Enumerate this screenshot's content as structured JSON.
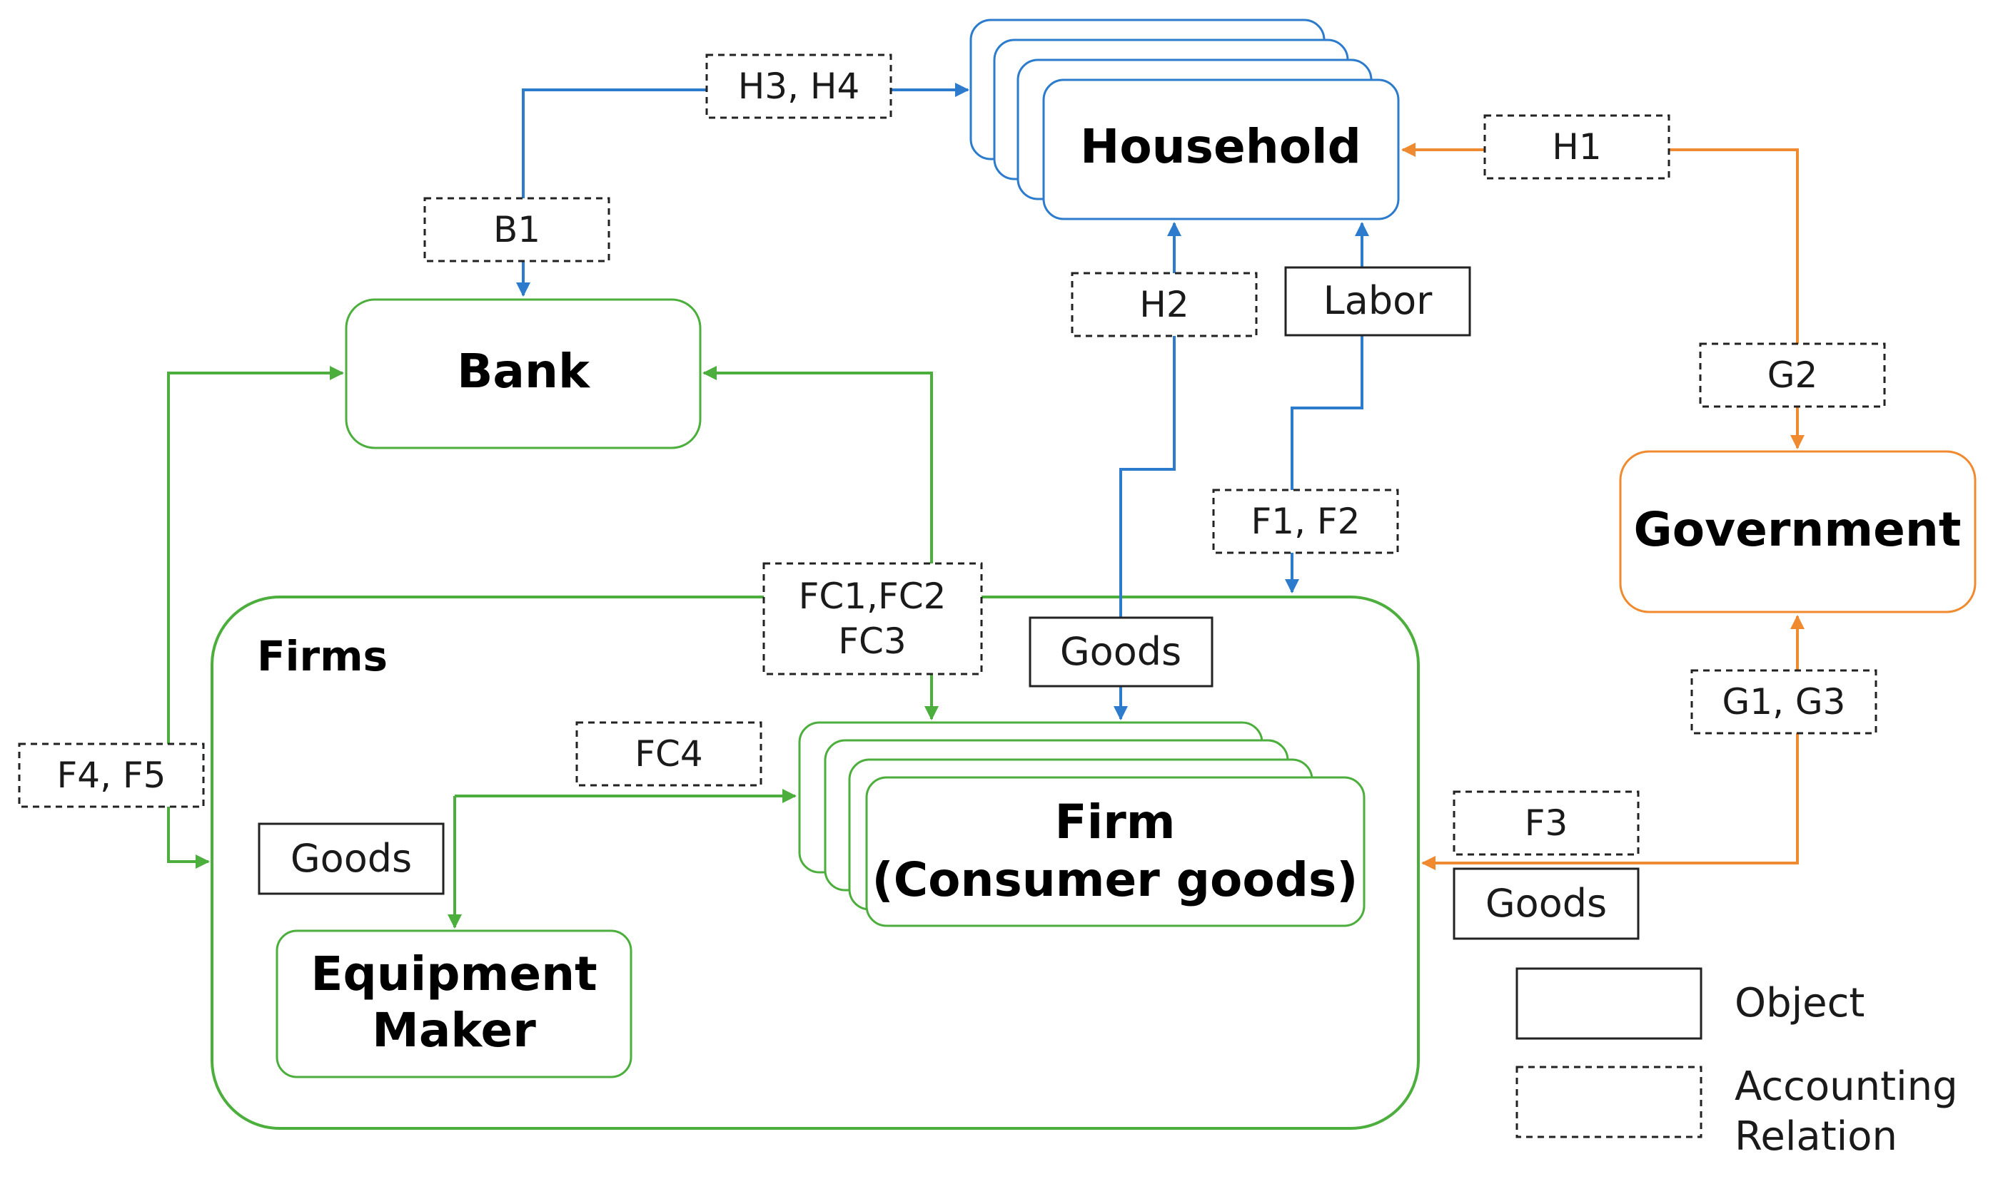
{
  "colors": {
    "blue": "#2c7bcc",
    "green": "#4cae3c",
    "orange": "#f08a30",
    "dark": "#222222"
  },
  "nodes": {
    "household": "Household",
    "bank": "Bank",
    "government": "Government",
    "firms_group": "Firms",
    "firm_line1": "Firm",
    "firm_line2": "(Consumer goods)",
    "equipment_line1": "Equipment",
    "equipment_line2": "Maker"
  },
  "relations": {
    "h3_h4": "H3, H4",
    "h1": "H1",
    "b1": "B1",
    "h2": "H2",
    "g2": "G2",
    "f1_f2": "F1, F2",
    "fc1_fc2": "FC1,FC2",
    "fc3": "FC3",
    "fc4": "FC4",
    "f4_f5": "F4, F5",
    "g1_g3": "G1, G3",
    "f3": "F3"
  },
  "objects": {
    "labor": "Labor",
    "goods_household": "Goods",
    "goods_equipment": "Goods",
    "goods_government": "Goods"
  },
  "legend": {
    "object": "Object",
    "accounting_line1": "Accounting",
    "accounting_line2": "Relation"
  }
}
